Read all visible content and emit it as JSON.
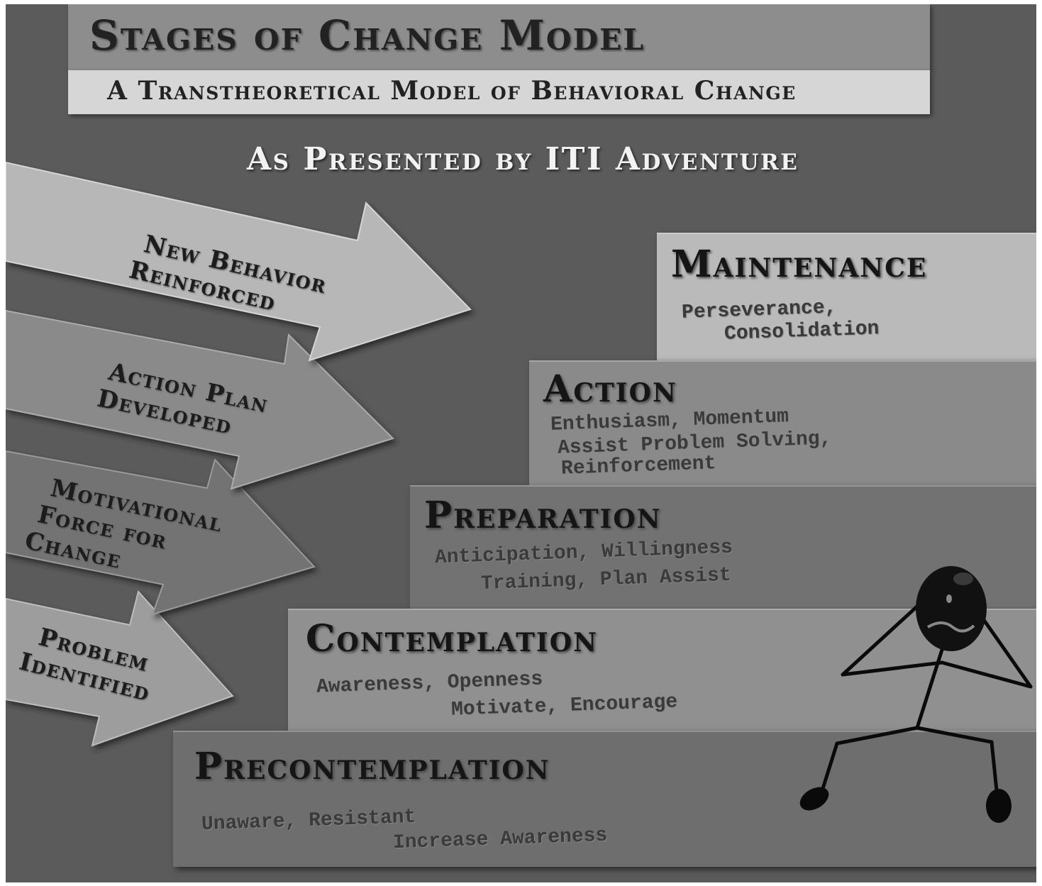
{
  "header": {
    "title": "Stages of Change Model",
    "subtitle": "A Transtheoretical Model of Behavioral Change",
    "presenter": "As Presented by ITI Adventure"
  },
  "arrows": [
    {
      "line1": "New Behavior",
      "line2": "Reinforced"
    },
    {
      "line1": "Action Plan",
      "line2": "Developed"
    },
    {
      "line1": "Motivational",
      "line2": "Force for",
      "line3": "Change"
    },
    {
      "line1": "Problem",
      "line2": "Identified"
    }
  ],
  "stages": {
    "maintenance": {
      "name": "Maintenance",
      "d1": "Perseverance,",
      "d2": "Consolidation"
    },
    "action": {
      "name": "Action",
      "d1": "Enthusiasm, Momentum",
      "d2": "Assist Problem Solving,",
      "d3": "Reinforcement"
    },
    "preparation": {
      "name": "Preparation",
      "d1": "Anticipation, Willingness",
      "d2": "Training, Plan Assist"
    },
    "contemplation": {
      "name": "Contemplation",
      "d1": "Awareness, Openness",
      "d2": "Motivate, Encourage"
    },
    "precontemplation": {
      "name": "Precontemplation",
      "d1": "Unaware, Resistant",
      "d2": "Increase Awareness"
    }
  },
  "colors": {
    "background": "#5b5b5b",
    "step_light": "#b9b9b9",
    "step_mid": "#8c8c8c",
    "step_dark": "#6f6f6f"
  }
}
